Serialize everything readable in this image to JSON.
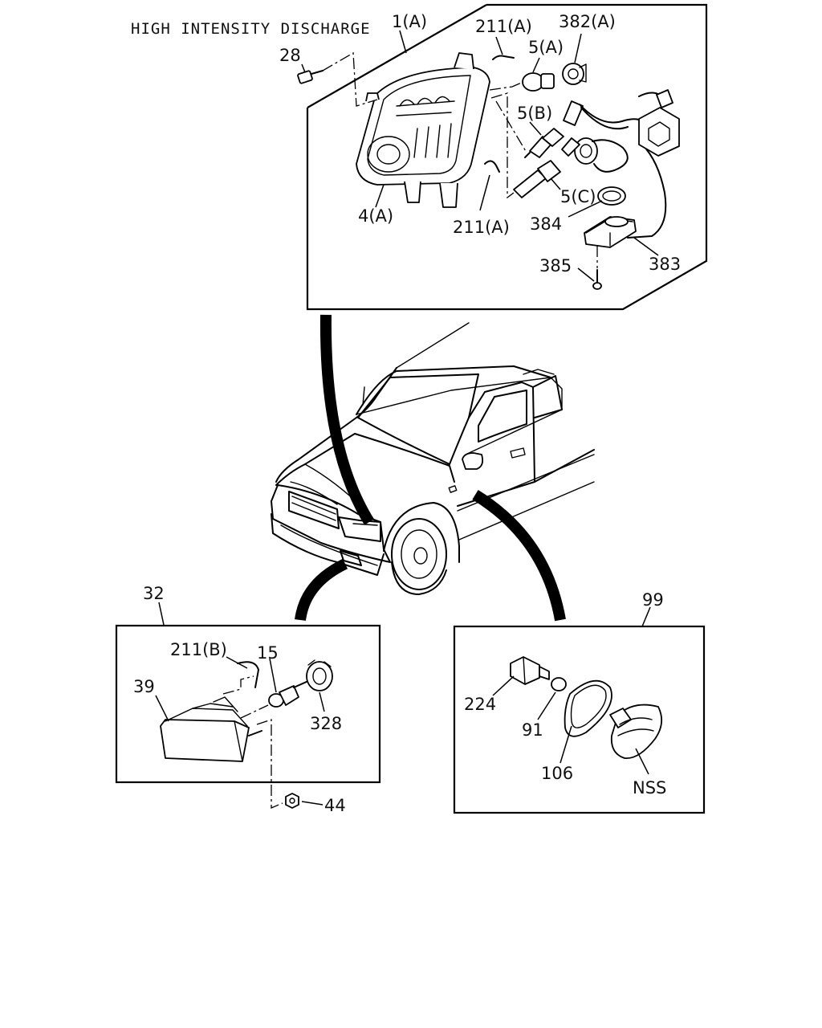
{
  "diagram": {
    "title": "HIGH INTENSITY DISCHARGE",
    "callouts": {
      "headlamp_assembly": "1(A)",
      "screw": "28",
      "clip_top": "211(A)",
      "bulb_a": "5(A)",
      "socket": "382(A)",
      "bulb_b": "5(B)",
      "bulb_c": "5(C)",
      "lens_housing": "4(A)",
      "clip_bottom": "211(A)",
      "seal_ring": "384",
      "ballast": "383",
      "ballast_screw": "385",
      "fog_lamp_assembly": "32",
      "fog_clip": "211(B)",
      "fog_bulb": "15",
      "fog_lamp": "39",
      "fog_socket": "328",
      "nut": "44",
      "side_lamp_assembly": "99",
      "side_socket": "224",
      "side_bulb": "91",
      "gasket": "106",
      "side_lens": "NSS"
    }
  }
}
